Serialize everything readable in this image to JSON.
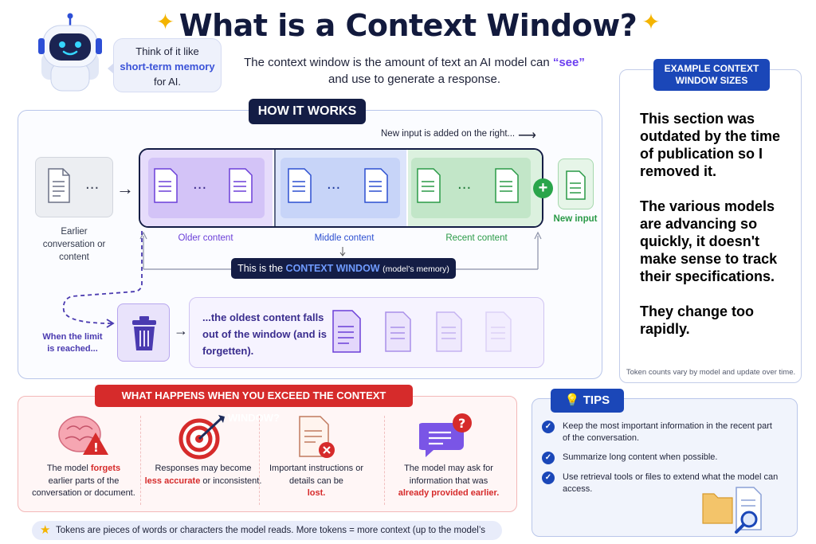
{
  "header": {
    "title": "What is a Context Window?",
    "subtitle_part1": "The context window is the amount of text an AI model can",
    "subtitle_highlight": "“see”",
    "subtitle_part2": "and use to generate a response."
  },
  "bubble": {
    "line1": "Think of it like",
    "highlight": "short-term memory",
    "line3": "for AI."
  },
  "how_it_works": {
    "tab": "HOW IT WORKS",
    "new_input_note": "New input is added on the right...",
    "earlier_label": "Earlier conversation or content",
    "segments": [
      {
        "label": "Older content",
        "color": "#6b3fd8"
      },
      {
        "label": "Middle content",
        "color": "#2c4fd0"
      },
      {
        "label": "Recent content",
        "color": "#2a9a47"
      }
    ],
    "new_input_label": "New input",
    "context_window_pill": {
      "prefix": "This is the",
      "highlight": "CONTEXT WINDOW",
      "suffix": "(model’s memory)"
    },
    "limit_label": "When the limit is reached...",
    "forget_text": "...the oldest content falls out of the window (and is forgetten)."
  },
  "sizes": {
    "tab": "EXAMPLE CONTEXT WINDOW SIZES",
    "note_paragraphs": [
      "This section was outdated by the time of publication so I removed it.",
      "The various models are advancing so quickly, it doesn't make sense to track their specifications.",
      "They change too rapidly."
    ],
    "footnote": "Token counts vary by model and update over time."
  },
  "exceed": {
    "tab": "WHAT HAPPENS WHEN YOU EXCEED THE CONTEXT WINDOW?",
    "items": [
      {
        "icon": "brain-warning-icon",
        "before": "The model",
        "bold": "forgets",
        "after": "earlier parts of the conversation or document."
      },
      {
        "icon": "target-icon",
        "before": "Responses may become",
        "bold": "less accurate",
        "after": "or inconsistent."
      },
      {
        "icon": "document-x-icon",
        "before": "Important instructions or details can be",
        "bold": "lost.",
        "after": ""
      },
      {
        "icon": "chat-question-icon",
        "before": "The model may ask for information that was",
        "bold": "already provided earlier.",
        "after": ""
      }
    ]
  },
  "tips": {
    "tab": "TIPS",
    "items": [
      "Keep the most important information in the recent part of the conversation.",
      "Summarize long content when possible.",
      "Use retrieval tools or files to extend what the model can access."
    ]
  },
  "token_note": "Tokens are pieces of words or characters the model reads. More tokens = more context (up to the model’s limit).",
  "colors": {
    "navy": "#141d45",
    "accent_blue": "#1b47b8",
    "purple": "#6c3ff0",
    "green": "#2aa54b",
    "red": "#d62b2b"
  }
}
